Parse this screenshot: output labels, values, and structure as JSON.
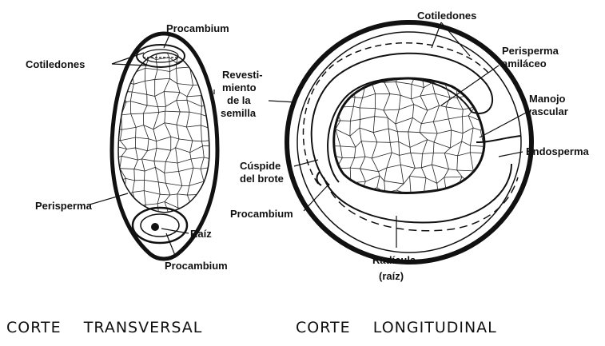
{
  "left": {
    "procambium_top": "Procambium",
    "cotiledones": "Cotiledones",
    "revestimiento": [
      "Revesti-",
      "miento",
      "de la",
      "semilla"
    ],
    "perisperma": "Perisperma",
    "raiz": "Raíz",
    "procambium_bottom": "Procambium",
    "caption": "CORTE    TRANSVERSAL"
  },
  "right": {
    "cotiledones": "Cotiledones",
    "perisperma_amilaceo": [
      "Perisperma",
      "amiláceo"
    ],
    "manojo_vascular": [
      "Manojo",
      "vascular"
    ],
    "endosperma": "Endosperma",
    "cuspide": [
      "Cúspide",
      "del brote"
    ],
    "procambium": "Procambium",
    "radicula": [
      "Radícula",
      "(raíz)"
    ],
    "caption": "CORTE    LONGITUDINAL"
  }
}
